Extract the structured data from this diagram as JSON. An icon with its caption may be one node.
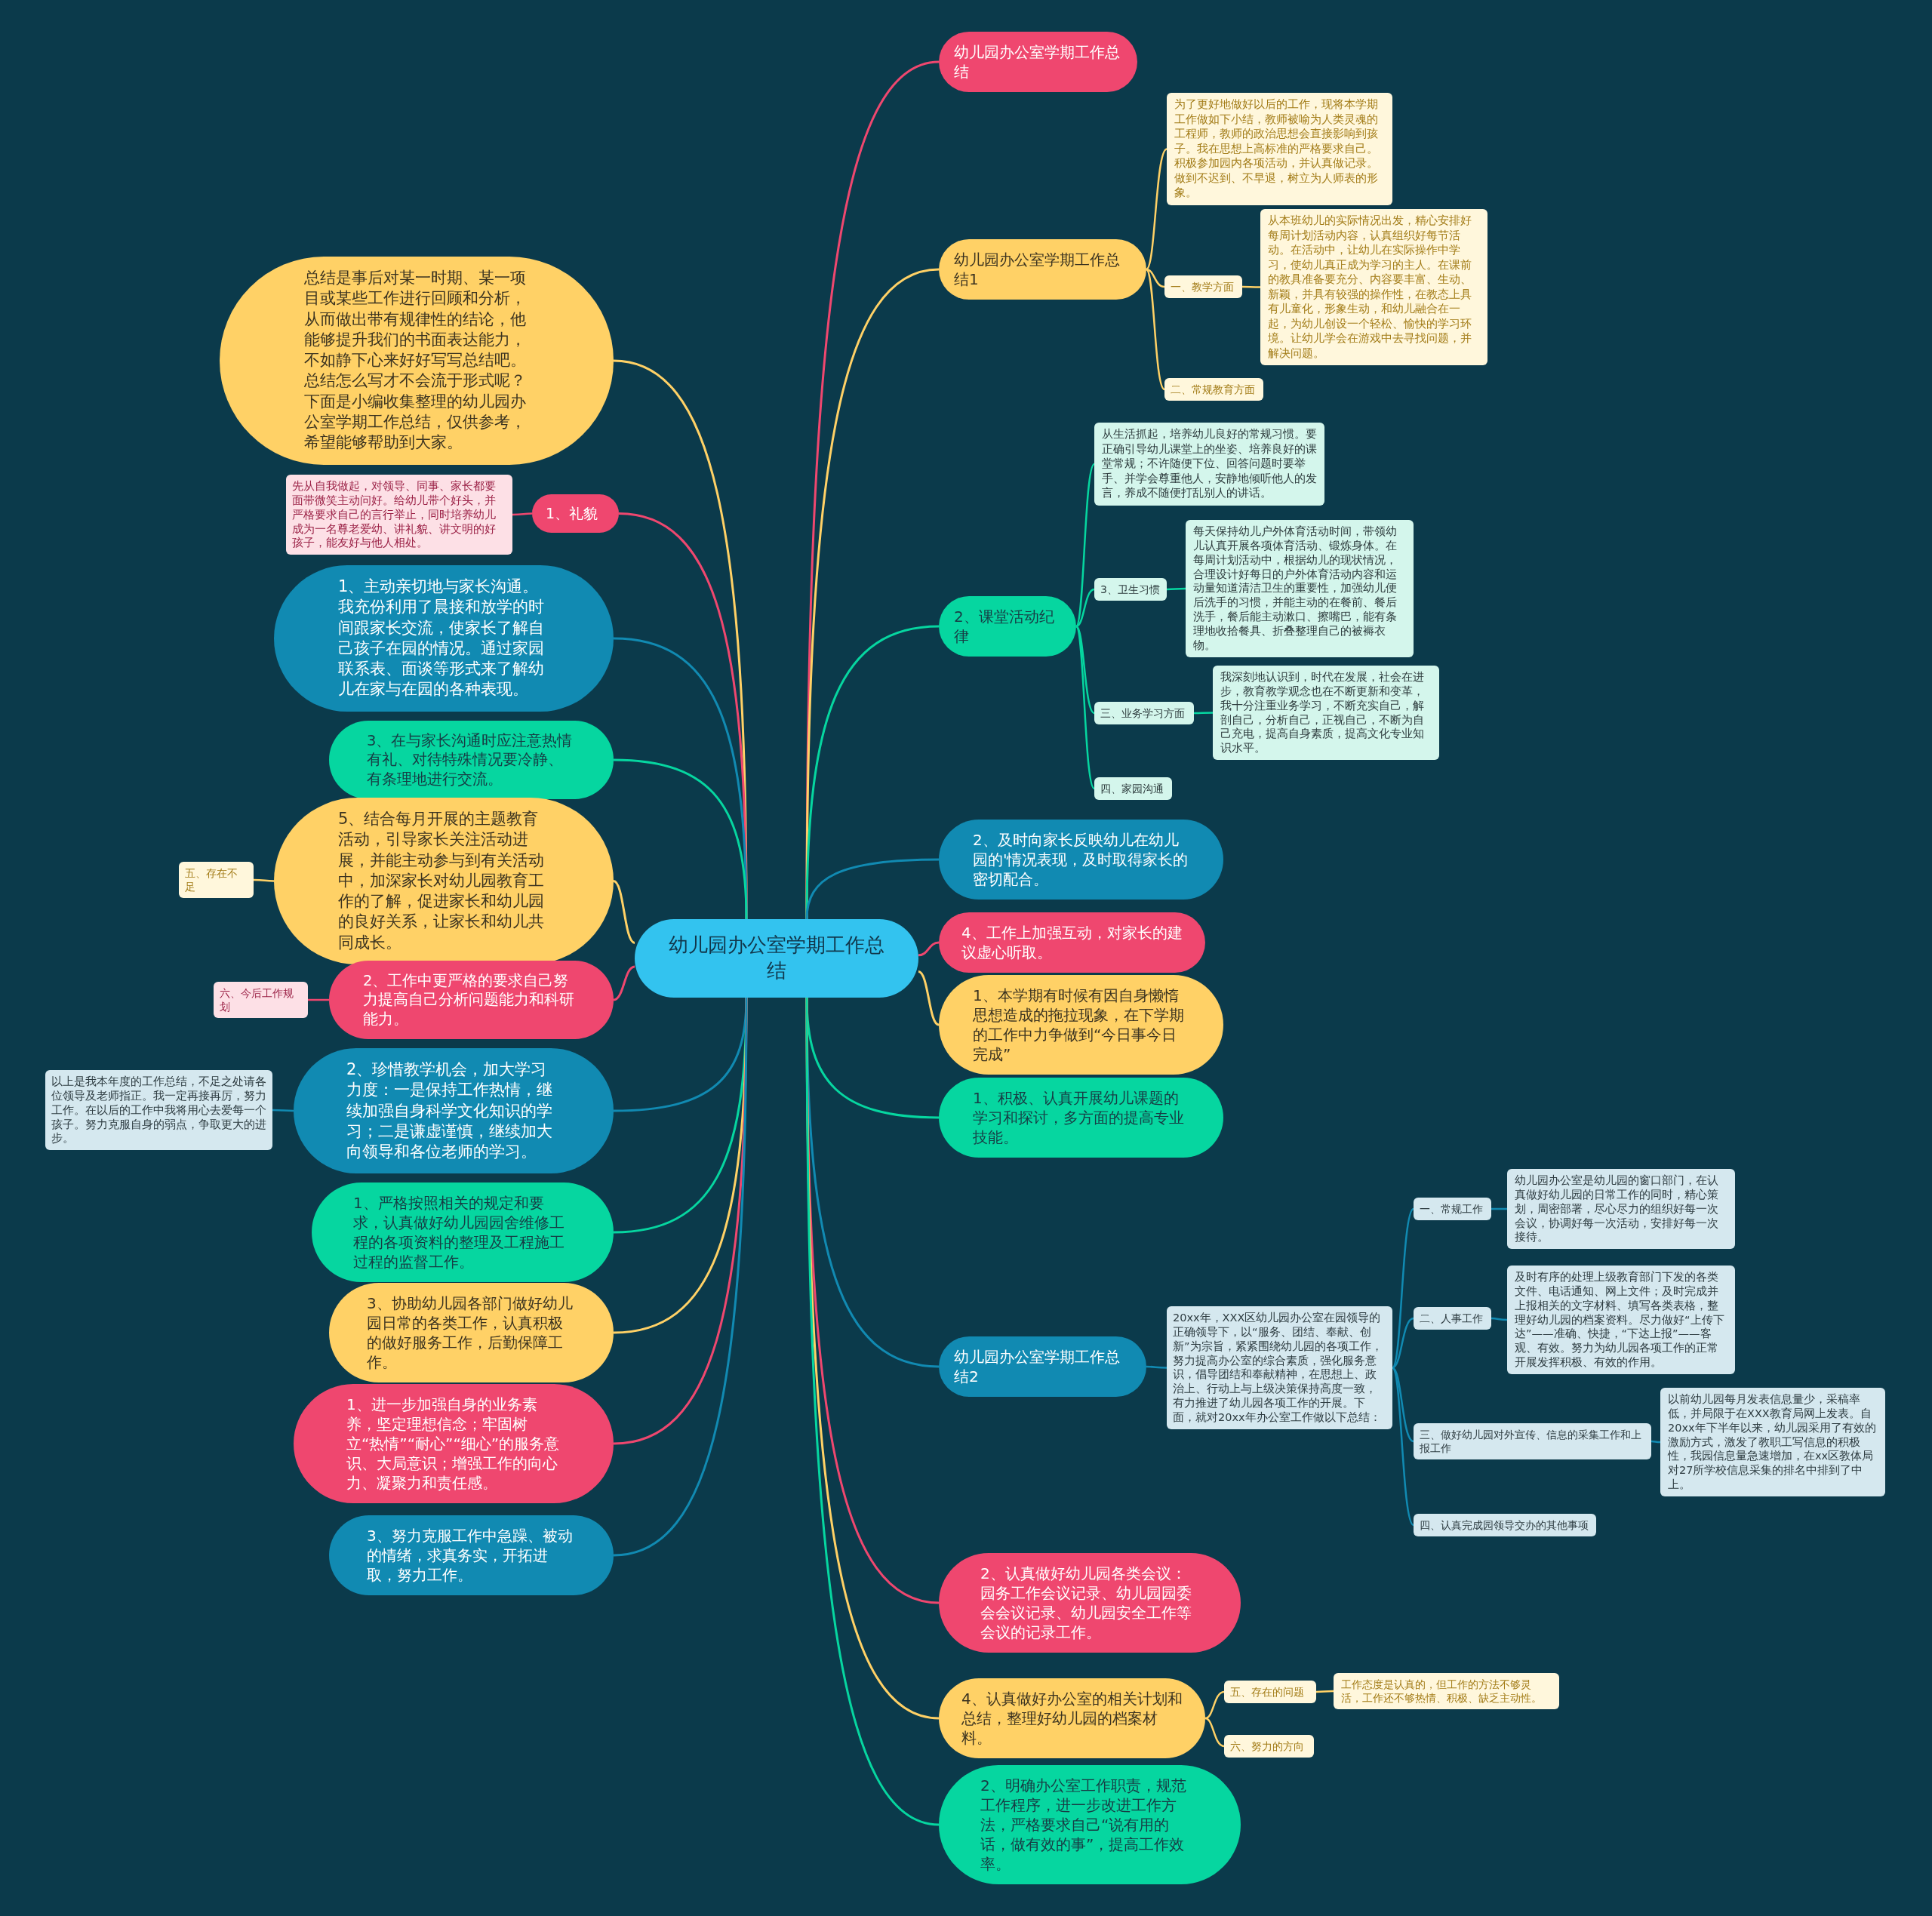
{
  "diagram": {
    "nodes": [
      {
        "text": [
          "幼儿园办公室学期工作总结"
        ]
      },
      {
        "text": [
          "幼儿园办公室学期工作总结"
        ]
      },
      {
        "text": [
          "幼儿园办公室学期工作总结1"
        ]
      },
      {
        "text": [
          "为了更好地做好以后的工作，现将本学期工作做如下小结，教师被喻为人类灵魂的工程师，教师的政治思想会直接影响到孩子。我在思想上高标准的严格要求自己。积极参加园内各项活动，并认真做记录。做到不迟到、不早退，树立为人师表的形象。"
        ]
      },
      {
        "text": [
          "一、教学方面"
        ]
      },
      {
        "text": [
          "从本班幼儿的实际情况出发，精心安排好每周计划活动内容，认真组织好每节活动。在活动中，让幼儿在实际操作中学习，使幼儿真正成为学习的主人。在课前的教具准备要充分、内容要丰富、生动、新颖，并具有较强的操作性，在教态上具有儿童化，形象生动，和幼儿融合在一起，为幼儿创设一个轻松、愉快的学习环境。让幼儿学会在游戏中去寻找问题，并解决问题。"
        ]
      },
      {
        "text": [
          "二、常规教育方面"
        ]
      },
      {
        "text": [
          "总结是事后对某一时期、某一项目或某些工作进行回顾和分析，从而做出带有规律性的结论，他能够提升我们的书面表达能力，不如静下心来好好写写总结吧。总结怎么写才不会流于形式呢？下面是小编收集整理的幼儿园办公室学期工作总结，仅供参考，希望能够帮助到大家。"
        ]
      },
      {
        "text": [
          "1、礼貌"
        ]
      },
      {
        "text": [
          "先从自我做起，对领导、同事、家长都要面带微笑主动问好。给幼儿带个好头，并严格要求自己的言行举止，同时培养幼儿成为一名尊老爱幼、讲礼貌、讲文明的好孩子，能友好与他人相处。"
        ]
      },
      {
        "text": [
          "1、主动亲切地与家长沟通。我充份利用了晨接和放学的时间跟家长交流，使家长了解自己孩子在园的情况。通过家园联系表、面谈等形式来了解幼儿在家与在园的各种表现。"
        ]
      },
      {
        "text": [
          "2、课堂活动纪律"
        ]
      },
      {
        "text": [
          "从生活抓起，培养幼儿良好的常规习惯。要正确引导幼儿课堂上的坐姿、培养良好的课堂常规；不许随便下位、回答问题时要举手、并学会尊重他人，安静地倾听他人的发言，养成不随便打乱别人的讲话。"
        ]
      },
      {
        "text": [
          "3、卫生习惯"
        ]
      },
      {
        "text": [
          "每天保持幼儿户外体育活动时间，带领幼儿认真开展各项体育活动、锻炼身体。在每周计划活动中，根据幼儿的现状情况，合理设计好每日的户外体育活动内容和运动量知道清洁卫生的重要性，加强幼儿便后洗手的习惯，并能主动的在餐前、餐后洗手，餐后能主动漱口、擦嘴巴，能有条理地收拾餐具、折叠整理自己的被褥衣物。"
        ]
      },
      {
        "text": [
          "3、在与家长沟通时应注意热情有礼、对待特殊情况要冷静、有条理地进行交流。"
        ]
      },
      {
        "text": [
          "三、业务学习方面"
        ]
      },
      {
        "text": [
          "我深刻地认识到，时代在发展，社会在进步，教育教学观念也在不断更新和变革，我十分注重业务学习，不断充实自己，解剖自己，分析自己，正视自己，不断为自己充电，提高自身素质，提高文化专业知识水平。"
        ]
      },
      {
        "text": [
          "四、家园沟通"
        ]
      },
      {
        "text": [
          "5、结合每月开展的主题教育活动，引导家长关注活动进展，并能主动参与到有关活动中，加深家长对幼儿园教育工作的了解，促进家长和幼儿园的良好关系，让家长和幼儿共同成长。"
        ]
      },
      {
        "text": [
          "五、存在不足"
        ]
      },
      {
        "text": [
          "2、及时向家长反映幼儿在幼儿园的'情况表现，及时取得家长的密切配合。"
        ]
      },
      {
        "text": [
          "4、工作上加强互动，对家长的建议虚心听取。"
        ]
      },
      {
        "text": [
          "2、工作中更严格的要求自己努力提高自己分析问题能力和科研能力。"
        ]
      },
      {
        "text": [
          "六、今后工作规划"
        ]
      },
      {
        "text": [
          "1、本学期有时候有因自身懒惰思想造成的拖拉现象，在下学期的工作中力争做到“今日事今日完成”"
        ]
      },
      {
        "text": [
          "2、珍惜教学机会，加大学习力度：一是保持工作热情，继续加强自身科学文化知识的学习；二是谦虚谨慎，继续加大向领导和各位老师的学习。"
        ]
      },
      {
        "text": [
          "以上是我本年度的工作总结，不足之处请各位领导及老师指正。我一定再接再厉，努力工作。在以后的工作中我将用心去爱每一个孩子。努力克服自身的弱点，争取更大的进步。"
        ]
      },
      {
        "text": [
          "1、积极、认真开展幼儿课题的学习和探讨，多方面的提高专业技能。"
        ]
      },
      {
        "text": [
          "1、严格按照相关的规定和要求，认真做好幼儿园园舍维修工程的各项资料的整理及工程施工过程的监督工作。"
        ]
      },
      {
        "text": [
          "3、协助幼儿园各部门做好幼儿园日常的各类工作，认真积极的做好服务工作，后勤保障工作。"
        ]
      },
      {
        "text": [
          "幼儿园办公室学期工作总结2"
        ]
      },
      {
        "text": [
          "20xx年，XXX区幼儿园办公室在园领导的正确领导下，以“服务、团结、奉献、创新”为宗旨，紧紧围绕幼儿园的各项工作，努力提高办公室的综合素质，强化服务意识，倡导团结和奉献精神，在思想上、政治上、行动上与上级决策保持高度一致，有力推进了幼儿园各项工作的开展。下面，就对20xx年办公室工作做以下总结："
        ]
      },
      {
        "text": [
          "一、常规工作"
        ]
      },
      {
        "text": [
          "幼儿园办公室是幼儿园的窗口部门，在认真做好幼儿园的日常工作的同时，精心策划，周密部署，尽心尽力的组织好每一次会议，协调好每一次活动，安排好每一次接待。"
        ]
      },
      {
        "text": [
          "二、人事工作"
        ]
      },
      {
        "text": [
          "及时有序的处理上级教育部门下发的各类文件、电话通知、网上文件；及时完成并上报相关的文字材料、填写各类表格，整理好幼儿园的档案资料。尽力做好“上传下达”——准确、快捷，“下达上报”——客观、有效。努力为幼儿园各项工作的正常开展发挥积极、有效的作用。"
        ]
      },
      {
        "text": [
          "三、做好幼儿园对外宣传、信息的采集工作和上报工作"
        ]
      },
      {
        "text": [
          "以前幼儿园每月发表信息量少，采稿率低，并局限于在XXX教育局网上发表。自20xx年下半年以来，幼儿园采用了有效的激励方式，激发了教职工写信息的积极性，我园信息量急速增加，在xx区教体局对27所学校信息采集的排名中排到了中上。"
        ]
      },
      {
        "text": [
          "四、认真完成园领导交办的其他事项"
        ]
      },
      {
        "text": [
          "1、进一步加强自身的业务素养，坚定理想信念；牢固树立“热情”“耐心”“细心”的服务意识、大局意识；增强工作的向心力、凝聚力和责任感。"
        ]
      },
      {
        "text": [
          "2、认真做好幼儿园各类会议：园务工作会议记录、幼儿园园委会会议记录、幼儿园安全工作等会议的记录工作。"
        ]
      },
      {
        "text": [
          "3、努力克服工作中急躁、被动的情绪，求真务实，开拓进取，努力工作。"
        ]
      },
      {
        "text": [
          "4、认真做好办公室的相关计划和总结，整理好幼儿园的档案材料。"
        ]
      },
      {
        "text": [
          "五、存在的问题"
        ]
      },
      {
        "text": [
          "工作态度是认真的，但工作的方法不够灵活，工作还不够热情、积极、缺乏主动性。"
        ]
      },
      {
        "text": [
          "六、努力的方向"
        ]
      },
      {
        "text": [
          "2、明确办公室工作职责，规范工作程序，进一步改进工作方法，严格要求自己“说有用的话，做有效的事”，提高工作效率。"
        ]
      }
    ],
    "edges": [
      {
        "from": 0,
        "to": 1,
        "arrow": "none",
        "color": "#ef476f"
      },
      {
        "from": 0,
        "to": 2,
        "arrow": "none",
        "color": "#ffd166"
      },
      {
        "from": 2,
        "to": 3,
        "arrow": "none",
        "color": "#ffd166"
      },
      {
        "from": 2,
        "to": 4,
        "arrow": "none",
        "color": "#ffd166"
      },
      {
        "from": 4,
        "to": 5,
        "arrow": "none",
        "color": "#ffd166"
      },
      {
        "from": 2,
        "to": 6,
        "arrow": "none",
        "color": "#ffd166"
      },
      {
        "from": 0,
        "to": 7,
        "arrow": "none",
        "color": "#ffd166"
      },
      {
        "from": 0,
        "to": 8,
        "arrow": "none",
        "color": "#ef476f"
      },
      {
        "from": 8,
        "to": 9,
        "arrow": "none",
        "color": "#ef476f"
      },
      {
        "from": 0,
        "to": 10,
        "arrow": "none",
        "color": "#118ab2"
      },
      {
        "from": 0,
        "to": 11,
        "arrow": "none",
        "color": "#06d6a0"
      },
      {
        "from": 11,
        "to": 12,
        "arrow": "none",
        "color": "#06d6a0"
      },
      {
        "from": 11,
        "to": 13,
        "arrow": "none",
        "color": "#06d6a0"
      },
      {
        "from": 13,
        "to": 14,
        "arrow": "none",
        "color": "#06d6a0"
      },
      {
        "from": 0,
        "to": 15,
        "arrow": "none",
        "color": "#06d6a0"
      },
      {
        "from": 11,
        "to": 16,
        "arrow": "none",
        "color": "#06d6a0"
      },
      {
        "from": 16,
        "to": 17,
        "arrow": "none",
        "color": "#06d6a0"
      },
      {
        "from": 11,
        "to": 18,
        "arrow": "none",
        "color": "#06d6a0"
      },
      {
        "from": 0,
        "to": 19,
        "arrow": "none",
        "color": "#ffd166"
      },
      {
        "from": 19,
        "to": 20,
        "arrow": "none",
        "color": "#ffd166"
      },
      {
        "from": 0,
        "to": 21,
        "arrow": "none",
        "color": "#118ab2"
      },
      {
        "from": 0,
        "to": 22,
        "arrow": "none",
        "color": "#ef476f"
      },
      {
        "from": 0,
        "to": 23,
        "arrow": "none",
        "color": "#ef476f"
      },
      {
        "from": 23,
        "to": 24,
        "arrow": "none",
        "color": "#ef476f"
      },
      {
        "from": 0,
        "to": 25,
        "arrow": "none",
        "color": "#ffd166"
      },
      {
        "from": 0,
        "to": 26,
        "arrow": "none",
        "color": "#118ab2"
      },
      {
        "from": 26,
        "to": 27,
        "arrow": "none",
        "color": "#118ab2"
      },
      {
        "from": 0,
        "to": 28,
        "arrow": "none",
        "color": "#06d6a0"
      },
      {
        "from": 0,
        "to": 29,
        "arrow": "none",
        "color": "#06d6a0"
      },
      {
        "from": 0,
        "to": 30,
        "arrow": "none",
        "color": "#ffd166"
      },
      {
        "from": 0,
        "to": 31,
        "arrow": "none",
        "color": "#118ab2"
      },
      {
        "from": 31,
        "to": 32,
        "arrow": "none",
        "color": "#118ab2"
      },
      {
        "from": 32,
        "to": 33,
        "arrow": "none",
        "color": "#118ab2"
      },
      {
        "from": 33,
        "to": 34,
        "arrow": "none",
        "color": "#118ab2"
      },
      {
        "from": 32,
        "to": 35,
        "arrow": "none",
        "color": "#118ab2"
      },
      {
        "from": 35,
        "to": 36,
        "arrow": "none",
        "color": "#118ab2"
      },
      {
        "from": 32,
        "to": 37,
        "arrow": "none",
        "color": "#118ab2"
      },
      {
        "from": 37,
        "to": 38,
        "arrow": "none",
        "color": "#118ab2"
      },
      {
        "from": 32,
        "to": 39,
        "arrow": "none",
        "color": "#118ab2"
      },
      {
        "from": 0,
        "to": 40,
        "arrow": "none",
        "color": "#ef476f"
      },
      {
        "from": 0,
        "to": 41,
        "arrow": "none",
        "color": "#ef476f"
      },
      {
        "from": 0,
        "to": 42,
        "arrow": "none",
        "color": "#118ab2"
      },
      {
        "from": 0,
        "to": 43,
        "arrow": "none",
        "color": "#ffd166"
      },
      {
        "from": 43,
        "to": 44,
        "arrow": "none",
        "color": "#ffd166"
      },
      {
        "from": 44,
        "to": 45,
        "arrow": "none",
        "color": "#ffd166"
      },
      {
        "from": 43,
        "to": 46,
        "arrow": "none",
        "color": "#ffd166"
      },
      {
        "from": 0,
        "to": 47,
        "arrow": "none",
        "color": "#06d6a0"
      }
    ]
  }
}
